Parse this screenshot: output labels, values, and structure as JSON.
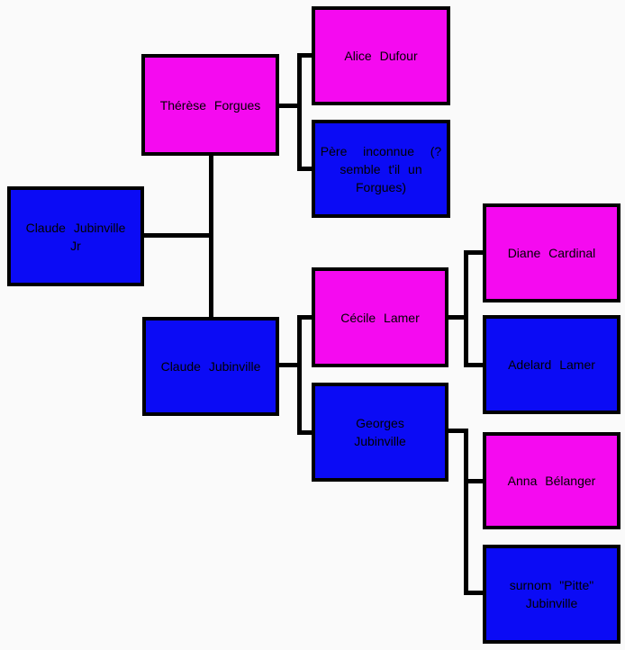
{
  "diagram_type": "family-tree",
  "background_color": "#FAFAFA",
  "line_color": "#000000",
  "text_color": "#000000",
  "gender_colors": {
    "female": "#F50AF0",
    "male": "#0B0BF5"
  },
  "people": [
    {
      "label": "Thérèse Forgues",
      "gender": "female"
    },
    {
      "label": "Alice Dufour",
      "gender": "female"
    },
    {
      "label": "Père  inconnue  (?\nsemble t'il un\nForgues)",
      "gender": "male"
    },
    {
      "label": "Claude Jubinville\nJr",
      "gender": "male"
    },
    {
      "label": "Claude Jubinville",
      "gender": "male"
    },
    {
      "label": "Cécile Lamer",
      "gender": "female"
    },
    {
      "label": "Diane Cardinal",
      "gender": "female"
    },
    {
      "label": "Adelard Lamer",
      "gender": "male"
    },
    {
      "label": "Georges\nJubinville",
      "gender": "male"
    },
    {
      "label": "Anna Bélanger",
      "gender": "female"
    },
    {
      "label": "surnom \"Pitte\"\nJubinville",
      "gender": "male"
    }
  ],
  "relationships": [
    {
      "child": "Claude Jubinville Jr",
      "mother": "Thérèse Forgues",
      "father": "Claude Jubinville"
    },
    {
      "child": "Thérèse Forgues",
      "mother": "Alice Dufour",
      "father": "Père inconnue (? semble t'il un Forgues)"
    },
    {
      "child": "Claude Jubinville",
      "mother": "Cécile Lamer",
      "father": "Georges Jubinville"
    },
    {
      "child": "Cécile Lamer",
      "mother": "Diane Cardinal",
      "father": "Adelard Lamer"
    },
    {
      "child": "Georges Jubinville",
      "mother": "Anna Bélanger",
      "father": "surnom \"Pitte\" Jubinville"
    }
  ]
}
